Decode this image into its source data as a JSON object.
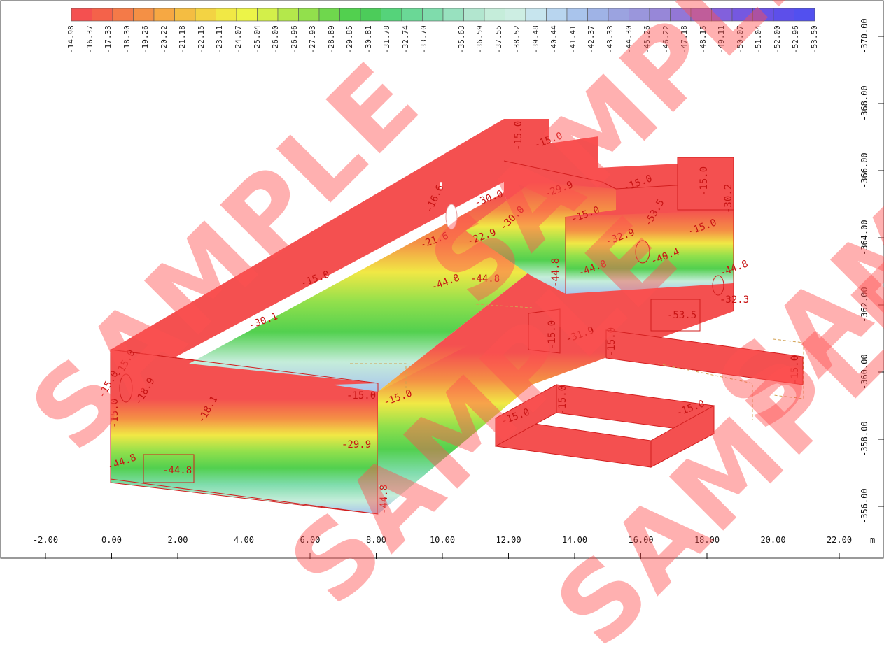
{
  "legend": {
    "colors": [
      "#f45050",
      "#f4624a",
      "#f47a48",
      "#f49045",
      "#f6a843",
      "#f4bd42",
      "#f3d343",
      "#f1e845",
      "#ecf448",
      "#d3ef4a",
      "#b4e84b",
      "#92e04c",
      "#6fd74d",
      "#52d04f",
      "#4ccc5a",
      "#55d37a",
      "#6ad896",
      "#7fdcac",
      "#98e1bf",
      "#b2e6cf",
      "#c5edda",
      "#cdeee3",
      "#c7e5ee",
      "#b8d5ef",
      "#a9c4ec",
      "#9fb3e6",
      "#9ba3e0",
      "#9a96dc",
      "#9787d8",
      "#9377d6",
      "#8d69d8",
      "#8260dc",
      "#7558e0",
      "#6952e6",
      "#5d4fea",
      "#5250ef"
    ],
    "labels": [
      "-14.98",
      "-16.37",
      "-17.33",
      "-18.30",
      "-19.26",
      "-20.22",
      "-21.18",
      "-22.15",
      "-23.11",
      "-24.07",
      "-25.04",
      "-26.00",
      "-26.96",
      "-27.93",
      "-28.89",
      "-29.85",
      "-30.81",
      "-31.78",
      "-32.74",
      "-33.70",
      "",
      "-35.63",
      "-36.59",
      "-37.55",
      "-38.52",
      "-39.48",
      "-40.44",
      "-41.41",
      "-42.37",
      "-43.33",
      "-44.30",
      "-45.26",
      "-46.22",
      "-47.18",
      "-48.15",
      "-49.11",
      "-50.07",
      "-51.04",
      "-52.00",
      "-52.96",
      "-53.50"
    ]
  },
  "axes": {
    "x_ticks": [
      "-2.00",
      "0.00",
      "2.00",
      "4.00",
      "6.00",
      "8.00",
      "10.00",
      "12.00",
      "14.00",
      "16.00",
      "18.00",
      "20.00",
      "22.00"
    ],
    "x_unit": "m",
    "y_ticks": [
      "-370.00",
      "-368.00",
      "-366.00",
      "-364.00",
      "-362.00",
      "-360.00",
      "-358.00",
      "-356.00"
    ]
  },
  "annotations": [
    "-15.0",
    "-15.0",
    "-15.0",
    "-15.0",
    "-15.0",
    "-15.0",
    "-15.0",
    "-15.0",
    "-15.0",
    "-15.0",
    "-15.0",
    "-15.0",
    "-15.0",
    "-15.0",
    "-15.0",
    "-15.0",
    "-15.0",
    "-15.0",
    "-16.6",
    "-18.9",
    "-18.1",
    "-21.6",
    "-22.9",
    "-29.9",
    "-29.9",
    "-30.0",
    "-30.0",
    "-30.1",
    "-30.2",
    "-31.9",
    "-32.3",
    "-32.9",
    "-40.4",
    "-44.8",
    "-44.8",
    "-44.8",
    "-44.8",
    "-44.8",
    "-44.8",
    "-44.8",
    "-44.8",
    "-53.5",
    "-53.5"
  ],
  "watermark": "SAMPLE",
  "colors": {
    "hot": "#f45050",
    "outline": "#d21e1e",
    "label": "#c81414",
    "axis": "#111111"
  }
}
